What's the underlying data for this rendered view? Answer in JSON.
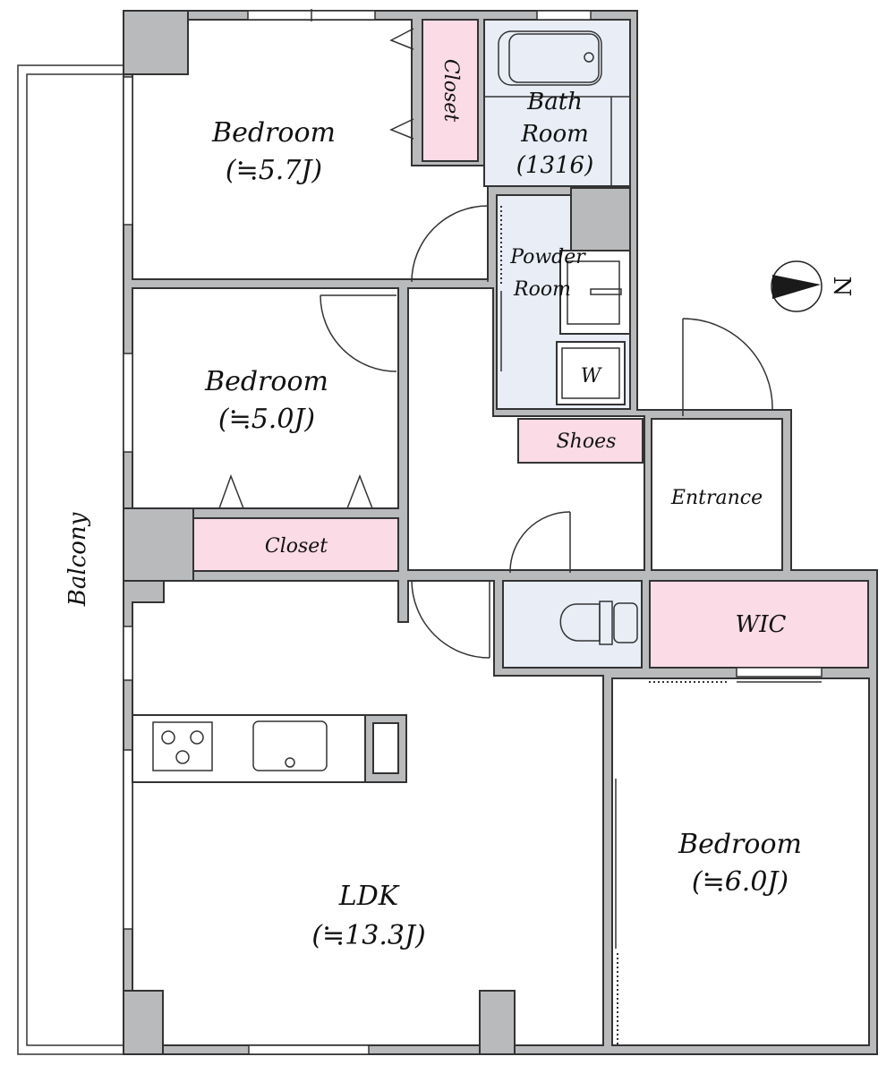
{
  "colors": {
    "wall": "#b9babc",
    "wet_area": "#e8edf6",
    "storage": "#fadbe6",
    "line": "#333333"
  },
  "rooms": {
    "bedroom_1": {
      "name": "Bedroom",
      "size": "(≒5.7J)"
    },
    "bedroom_2": {
      "name": "Bedroom",
      "size": "(≒5.0J)"
    },
    "bedroom_3": {
      "name": "Bedroom",
      "size": "(≒6.0J)"
    },
    "ldk": {
      "name": "LDK",
      "size": "(≒13.3J)"
    },
    "bath": {
      "line1": "Bath",
      "line2": "Room",
      "line3": "(1316)"
    },
    "powder": {
      "line1": "Powder",
      "line2": "Room"
    },
    "washer": "W",
    "closet_1": "Closet",
    "closet_2": "Closet",
    "shoes": "Shoes",
    "entrance": "Entrance",
    "wic": "WIC",
    "balcony": "Balcony"
  },
  "compass": {
    "direction": "N"
  }
}
